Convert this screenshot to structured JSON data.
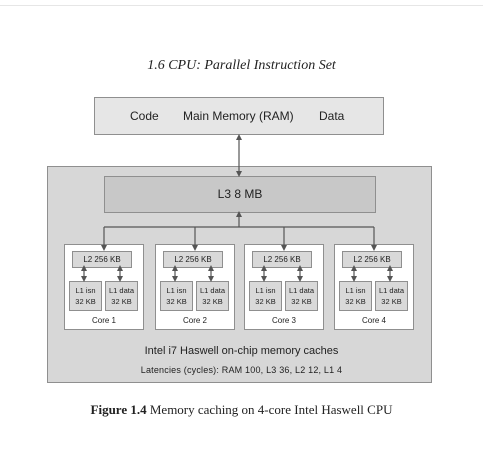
{
  "page": {
    "heading": "1.6 CPU: Parallel Instruction Set"
  },
  "diagram": {
    "main_memory": {
      "code_label": "Code",
      "title": "Main Memory (RAM)",
      "data_label": "Data"
    },
    "l3": {
      "label": "L3  8 MB"
    },
    "cores": [
      {
        "l2": "L2  256 KB",
        "l1_isn": [
          "L1 isn",
          "32 KB"
        ],
        "l1_data": [
          "L1 data",
          "32 KB"
        ],
        "name": "Core 1"
      },
      {
        "l2": "L2  256 KB",
        "l1_isn": [
          "L1 isn",
          "32 KB"
        ],
        "l1_data": [
          "L1 data",
          "32 KB"
        ],
        "name": "Core 2"
      },
      {
        "l2": "L2  256 KB",
        "l1_isn": [
          "L1 isn",
          "32 KB"
        ],
        "l1_data": [
          "L1 data",
          "32 KB"
        ],
        "name": "Core 3"
      },
      {
        "l2": "L2  256 KB",
        "l1_isn": [
          "L1 isn",
          "32 KB"
        ],
        "l1_data": [
          "L1 data",
          "32 KB"
        ],
        "name": "Core 4"
      }
    ],
    "chip_title": "Intel i7 Haswell on-chip memory caches",
    "latencies": "Latencies (cycles):  RAM 100,  L3 36,  L2 12,  L1 4"
  },
  "caption": {
    "label": "Figure 1.4",
    "text": "Memory caching on 4-core Intel Haswell CPU"
  },
  "colors": {
    "memory_fill": "#e6e6e6",
    "chip_fill": "#d7d7d7",
    "l3_fill": "#c8c8c8",
    "cache_fill": "#d9d9d9",
    "arrow": "#555555"
  }
}
